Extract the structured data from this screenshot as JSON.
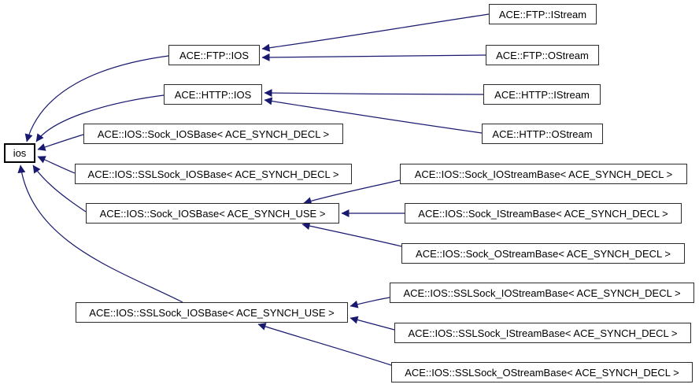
{
  "diagram": {
    "kind": "inheritance-graph",
    "background_color": "#ffffff",
    "edge_color": "#191970",
    "node_fill_color": "#ffffff",
    "node_border_color": "#2b2b2b",
    "node_text_color": "#000000",
    "nodes": [
      {
        "id": "ios",
        "label": "ios"
      },
      {
        "id": "ftp-ios",
        "label": "ACE::FTP::IOS"
      },
      {
        "id": "http-ios",
        "label": "ACE::HTTP::IOS"
      },
      {
        "id": "sock-iosbase-decl",
        "label": "ACE::IOS::Sock_IOSBase< ACE_SYNCH_DECL >"
      },
      {
        "id": "sslsock-iosbase-decl",
        "label": "ACE::IOS::SSLSock_IOSBase< ACE_SYNCH_DECL >"
      },
      {
        "id": "sock-iosbase-use",
        "label": "ACE::IOS::Sock_IOSBase< ACE_SYNCH_USE >"
      },
      {
        "id": "sslsock-iosbase-use",
        "label": "ACE::IOS::SSLSock_IOSBase< ACE_SYNCH_USE >"
      },
      {
        "id": "ftp-istream",
        "label": "ACE::FTP::IStream"
      },
      {
        "id": "ftp-ostream",
        "label": "ACE::FTP::OStream"
      },
      {
        "id": "http-istream",
        "label": "ACE::HTTP::IStream"
      },
      {
        "id": "http-ostream",
        "label": "ACE::HTTP::OStream"
      },
      {
        "id": "sock-iostreambase-decl",
        "label": "ACE::IOS::Sock_IOStreamBase< ACE_SYNCH_DECL >"
      },
      {
        "id": "sock-istreambase-decl",
        "label": "ACE::IOS::Sock_IStreamBase< ACE_SYNCH_DECL >"
      },
      {
        "id": "sock-ostreambase-decl",
        "label": "ACE::IOS::Sock_OStreamBase< ACE_SYNCH_DECL >"
      },
      {
        "id": "sslsock-iostreambase-decl",
        "label": "ACE::IOS::SSLSock_IOStreamBase< ACE_SYNCH_DECL >"
      },
      {
        "id": "sslsock-istreambase-decl",
        "label": "ACE::IOS::SSLSock_IStreamBase< ACE_SYNCH_DECL >"
      },
      {
        "id": "sslsock-ostreambase-decl",
        "label": "ACE::IOS::SSLSock_OStreamBase< ACE_SYNCH_DECL >"
      }
    ],
    "edges": [
      {
        "from": "ACE::FTP::IOS",
        "to": "ios"
      },
      {
        "from": "ACE::HTTP::IOS",
        "to": "ios"
      },
      {
        "from": "ACE::IOS::Sock_IOSBase< ACE_SYNCH_DECL >",
        "to": "ios"
      },
      {
        "from": "ACE::IOS::SSLSock_IOSBase< ACE_SYNCH_DECL >",
        "to": "ios"
      },
      {
        "from": "ACE::IOS::Sock_IOSBase< ACE_SYNCH_USE >",
        "to": "ios"
      },
      {
        "from": "ACE::IOS::SSLSock_IOSBase< ACE_SYNCH_USE >",
        "to": "ios"
      },
      {
        "from": "ACE::FTP::IStream",
        "to": "ACE::FTP::IOS"
      },
      {
        "from": "ACE::FTP::OStream",
        "to": "ACE::FTP::IOS"
      },
      {
        "from": "ACE::HTTP::IStream",
        "to": "ACE::HTTP::IOS"
      },
      {
        "from": "ACE::HTTP::OStream",
        "to": "ACE::HTTP::IOS"
      },
      {
        "from": "ACE::IOS::Sock_IOStreamBase< ACE_SYNCH_DECL >",
        "to": "ACE::IOS::Sock_IOSBase< ACE_SYNCH_USE >"
      },
      {
        "from": "ACE::IOS::Sock_IStreamBase< ACE_SYNCH_DECL >",
        "to": "ACE::IOS::Sock_IOSBase< ACE_SYNCH_USE >"
      },
      {
        "from": "ACE::IOS::Sock_OStreamBase< ACE_SYNCH_DECL >",
        "to": "ACE::IOS::Sock_IOSBase< ACE_SYNCH_USE >"
      },
      {
        "from": "ACE::IOS::SSLSock_IOStreamBase< ACE_SYNCH_DECL >",
        "to": "ACE::IOS::SSLSock_IOSBase< ACE_SYNCH_USE >"
      },
      {
        "from": "ACE::IOS::SSLSock_IStreamBase< ACE_SYNCH_DECL >",
        "to": "ACE::IOS::SSLSock_IOSBase< ACE_SYNCH_USE >"
      },
      {
        "from": "ACE::IOS::SSLSock_OStreamBase< ACE_SYNCH_DECL >",
        "to": "ACE::IOS::SSLSock_IOSBase< ACE_SYNCH_USE >"
      }
    ]
  }
}
